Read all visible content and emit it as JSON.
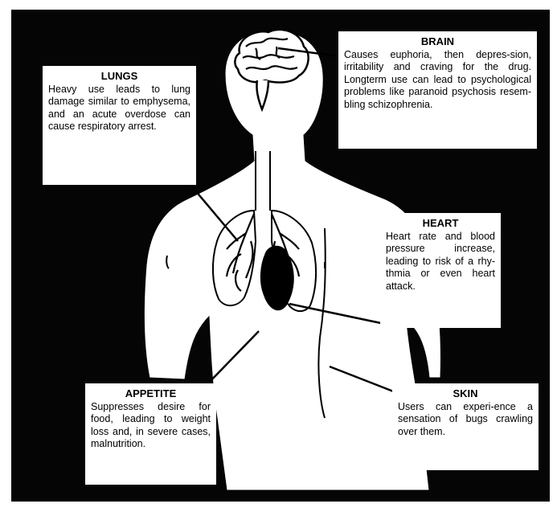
{
  "callouts": {
    "brain": {
      "title": "BRAIN",
      "text": "Causes euphoria, then depres-sion, irritability and craving for the drug. Longterm use can lead to psychological problems like paranoid psychosis resem-bling schizophrenia."
    },
    "lungs": {
      "title": "LUNGS",
      "text": "Heavy use leads to lung damage similar to emphysema, and an acute overdose can cause respiratory arrest."
    },
    "heart": {
      "title": "HEART",
      "text": "Heart rate and blood pressure increase, leading to risk of a rhy-thmia or even heart attack."
    },
    "appetite": {
      "title": "APPETITE",
      "text": "Suppresses desire for food, leading to weight loss and, in severe cases, malnutrition."
    },
    "skin": {
      "title": "SKIN",
      "text": "Users can experi-ence a sensation of bugs crawling over them."
    }
  },
  "colors": {
    "background": "#050505",
    "figure": "#ffffff",
    "ink": "#000000"
  }
}
